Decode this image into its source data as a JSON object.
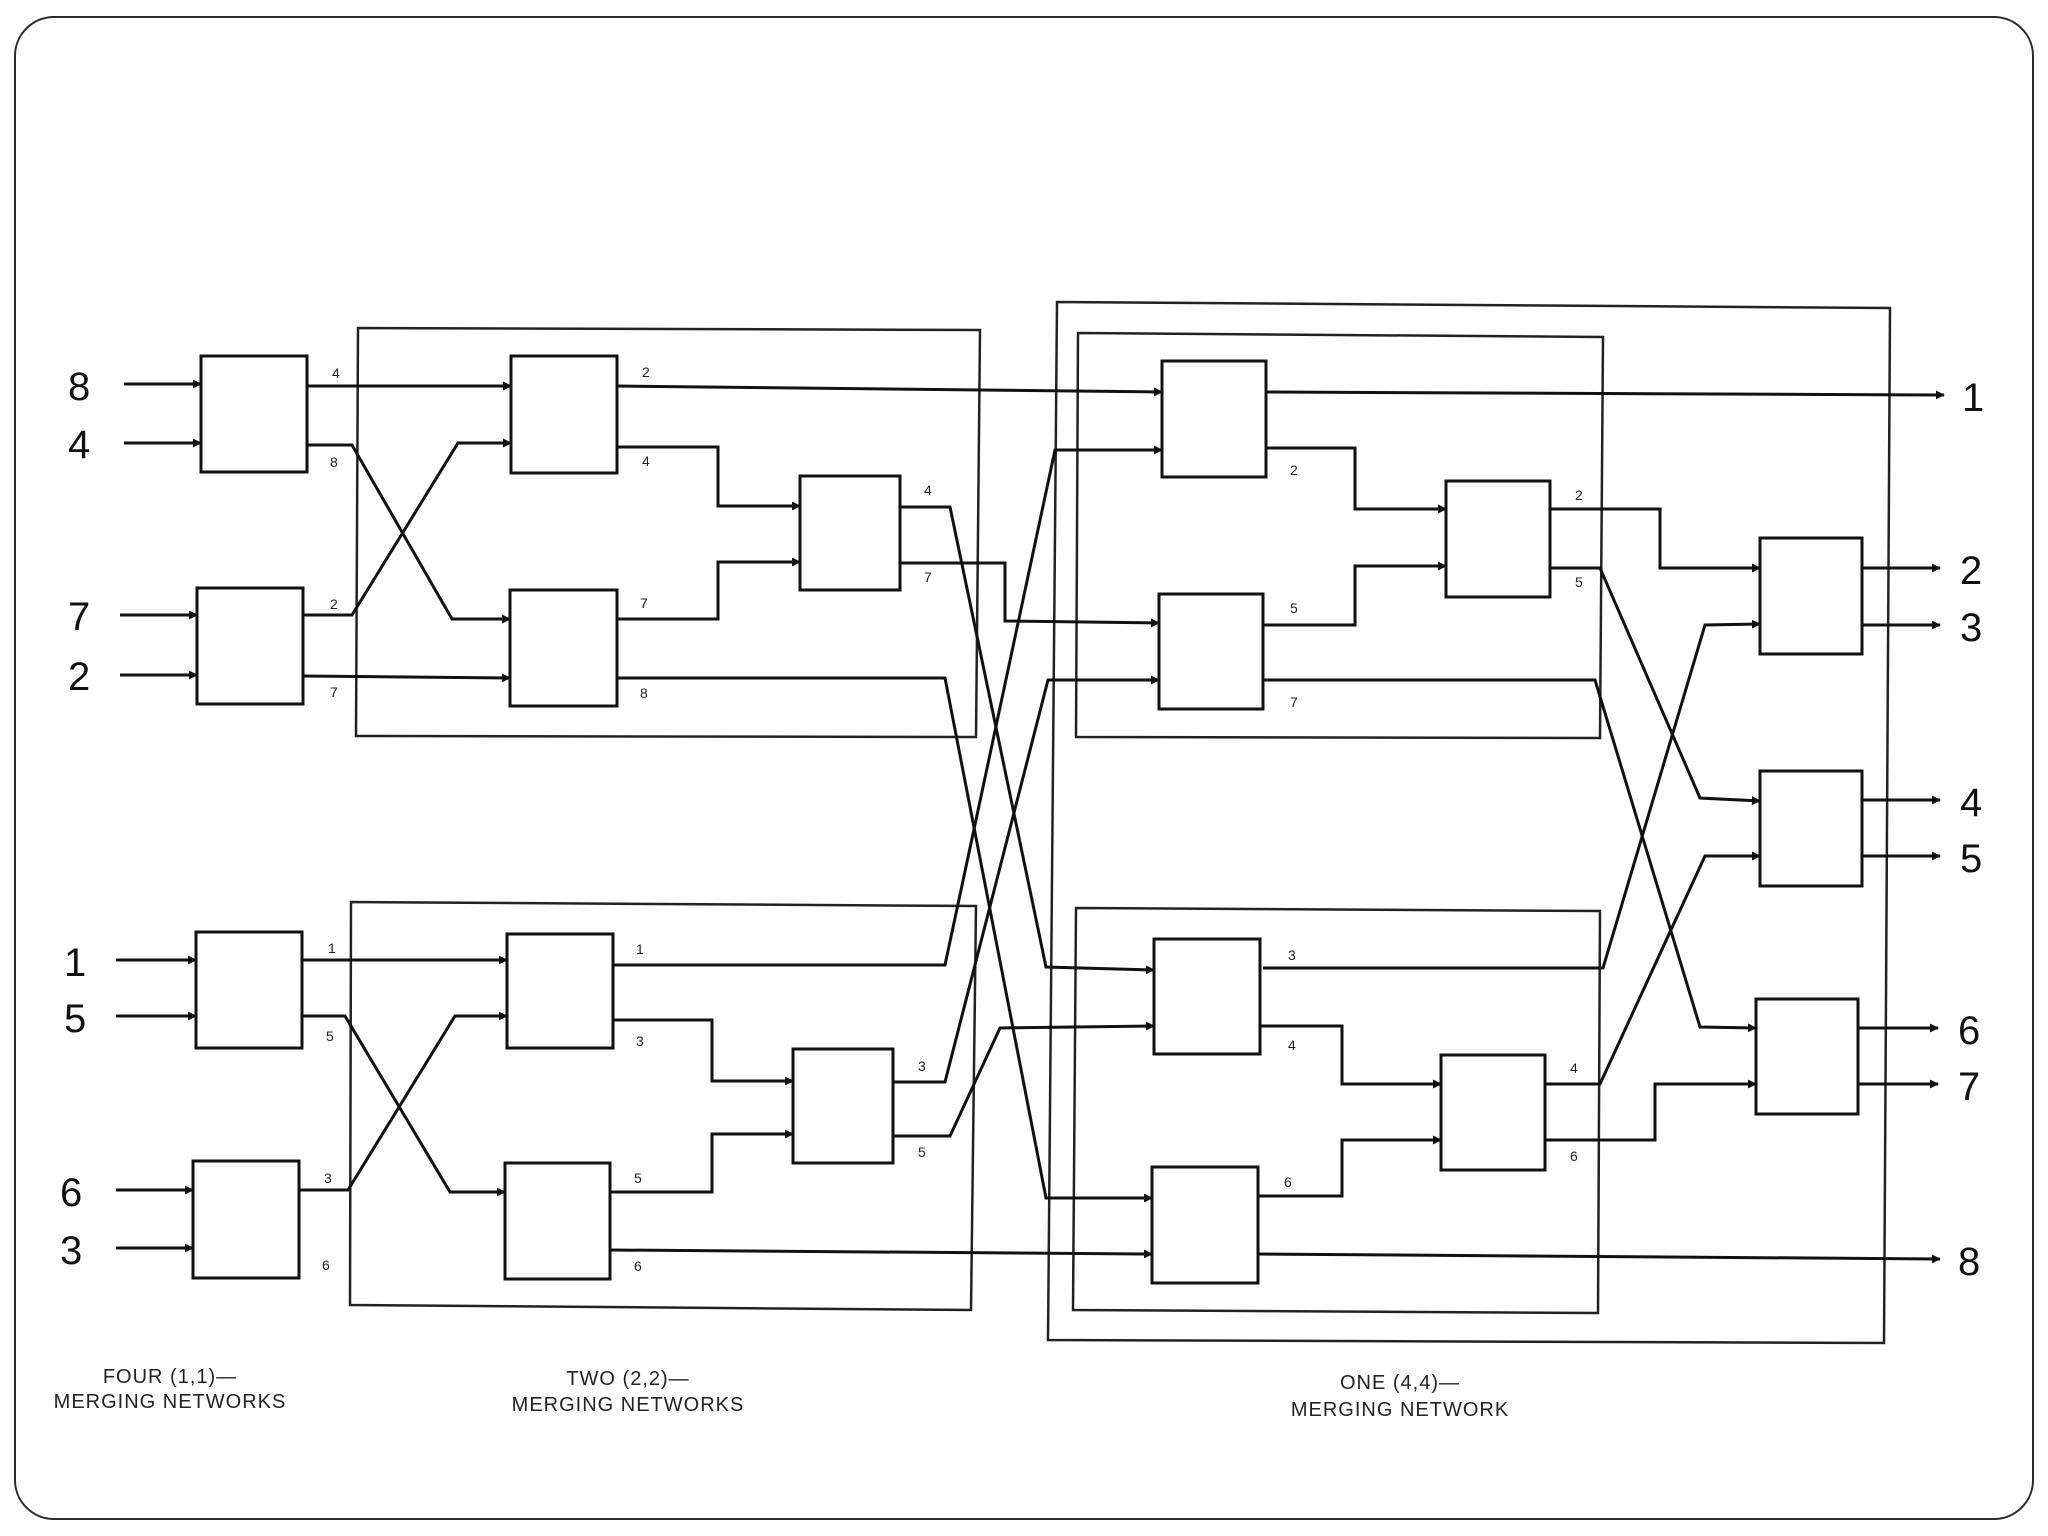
{
  "captions": {
    "stage1": [
      "FOUR (1,1)—",
      "MERGING NETWORKS"
    ],
    "stage2": [
      "TWO (2,2)—",
      "MERGING NETWORKS"
    ],
    "stage3": [
      "ONE (4,4)—",
      "MERGING NETWORK"
    ]
  },
  "inputs": [
    "8",
    "4",
    "7",
    "2",
    "1",
    "5",
    "6",
    "3"
  ],
  "outputs": [
    "1",
    "2",
    "3",
    "4",
    "5",
    "6",
    "7",
    "8"
  ],
  "stage1_wire_values": [
    "4",
    "8",
    "2",
    "7",
    "1",
    "5",
    "3",
    "6"
  ],
  "stage2_wire_values": [
    "2",
    "4",
    "7",
    "8",
    "1",
    "3",
    "5",
    "6"
  ],
  "stage2_merge_values": [
    "4",
    "7",
    "3",
    "5"
  ],
  "stage3_first_values": [
    "2",
    "5",
    "7",
    "3",
    "4",
    "6"
  ],
  "stage3_merge_values": [
    "2",
    "5",
    "4",
    "6"
  ]
}
